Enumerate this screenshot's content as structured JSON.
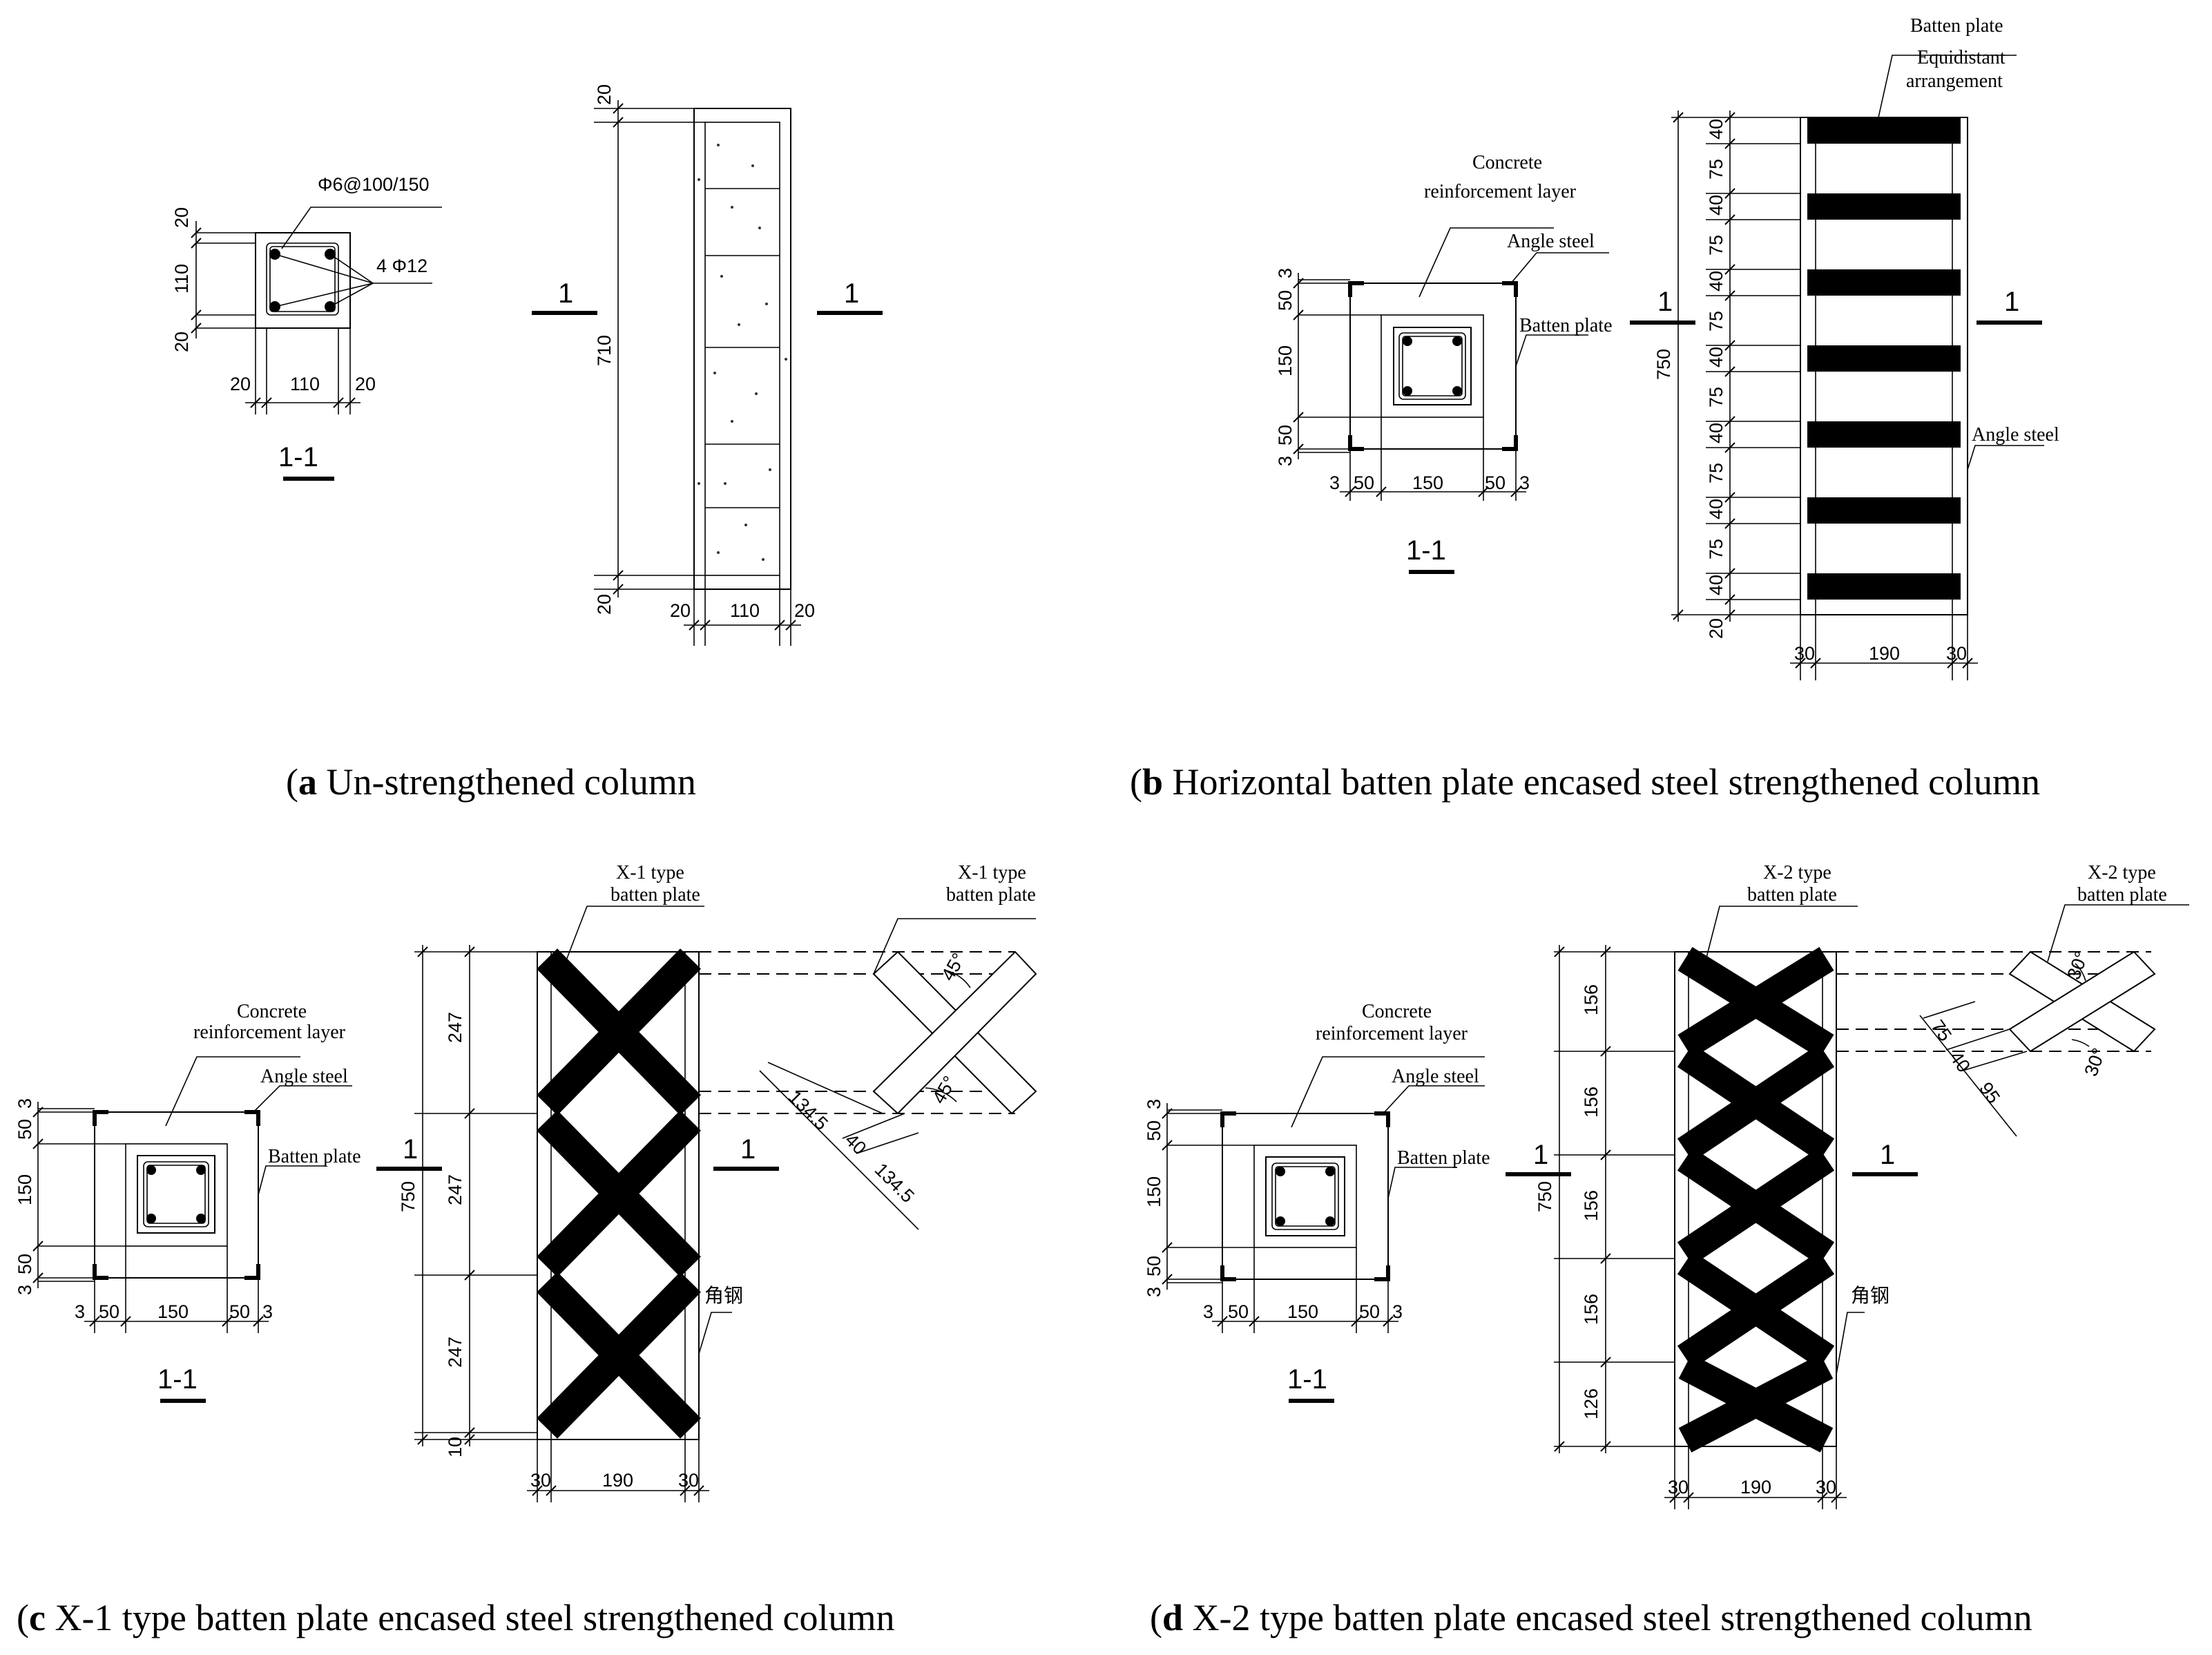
{
  "captions": {
    "a": {
      "letter": "a",
      "text": " Un-strengthened column"
    },
    "b": {
      "letter": "b",
      "text": " Horizontal batten plate encased steel strengthened column"
    },
    "c": {
      "letter": "c",
      "text": " X-1 type batten plate encased steel strengthened column"
    },
    "d": {
      "letter": "d",
      "text": " X-2 type batten plate encased steel strengthened column"
    }
  },
  "section_mark": "1-1",
  "cut_mark": "1",
  "panel_a": {
    "stirrup": "Φ6@100/150",
    "rebar": "4 Φ12",
    "sec_dims_v": [
      "20",
      "110",
      "20"
    ],
    "sec_dims_h": [
      "20",
      "110",
      "20"
    ],
    "height": "710",
    "top": "20",
    "bottom": "20",
    "width_dims": [
      "20",
      "110",
      "20"
    ]
  },
  "labels": {
    "concrete_layer_1": "Concrete",
    "concrete_layer_2": "reinforcement layer",
    "angle_steel": "Angle steel",
    "batten_plate": "Batten plate",
    "equidistant_1": "Equidistant",
    "equidistant_2": "arrangement",
    "angle_steel_cn": "角钢",
    "x1_type": "X-1 type",
    "x2_type": "X-2 type",
    "batten_plate_lc": "batten plate"
  },
  "sec_dims": {
    "v": [
      "3",
      "50",
      "150",
      "50",
      "3"
    ],
    "h": [
      "3",
      "50",
      "150",
      "50",
      "3"
    ]
  },
  "panel_b": {
    "height": "750",
    "segments": [
      "40",
      "75",
      "40",
      "75",
      "40",
      "75",
      "40",
      "75",
      "40",
      "75",
      "40",
      "75",
      "40",
      "20"
    ],
    "width_dims": [
      "30",
      "190",
      "30"
    ]
  },
  "panel_c": {
    "height": "750",
    "segments": [
      "247",
      "247",
      "247",
      "10"
    ],
    "width_dims": [
      "30",
      "190",
      "30"
    ],
    "angle": "45°",
    "detail_dims": [
      "134.5",
      "40",
      "134.5"
    ]
  },
  "panel_d": {
    "height": "750",
    "segments": [
      "156",
      "156",
      "156",
      "156",
      "126"
    ],
    "width_dims": [
      "30",
      "190",
      "30"
    ],
    "angle": "30°",
    "detail_dims": [
      "75",
      "40",
      "95"
    ]
  }
}
